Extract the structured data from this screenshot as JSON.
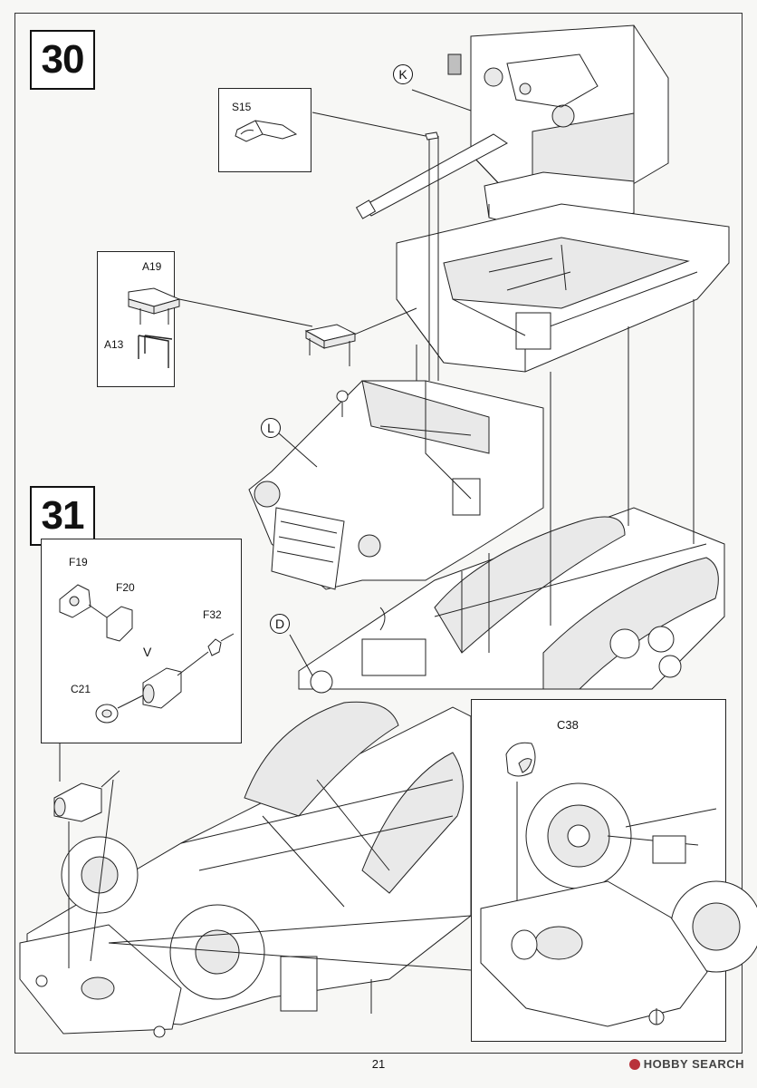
{
  "steps": [
    {
      "number": "30"
    },
    {
      "number": "31"
    }
  ],
  "step30": {
    "assembly_labels": {
      "turret": "K",
      "hull": "L",
      "chassis": "D"
    },
    "parts": {
      "s15": "S15",
      "a19": "A19",
      "a13": "A13"
    }
  },
  "step31": {
    "parts": {
      "f19": "F19",
      "f20": "F20",
      "f32": "F32",
      "c21": "C21",
      "c38": "C38"
    },
    "note_mark": "V"
  },
  "footer": {
    "page_number": "21",
    "watermark": "HOBBY SEARCH"
  },
  "colors": {
    "line": "#222222",
    "brand_mark": "#b8323a"
  }
}
